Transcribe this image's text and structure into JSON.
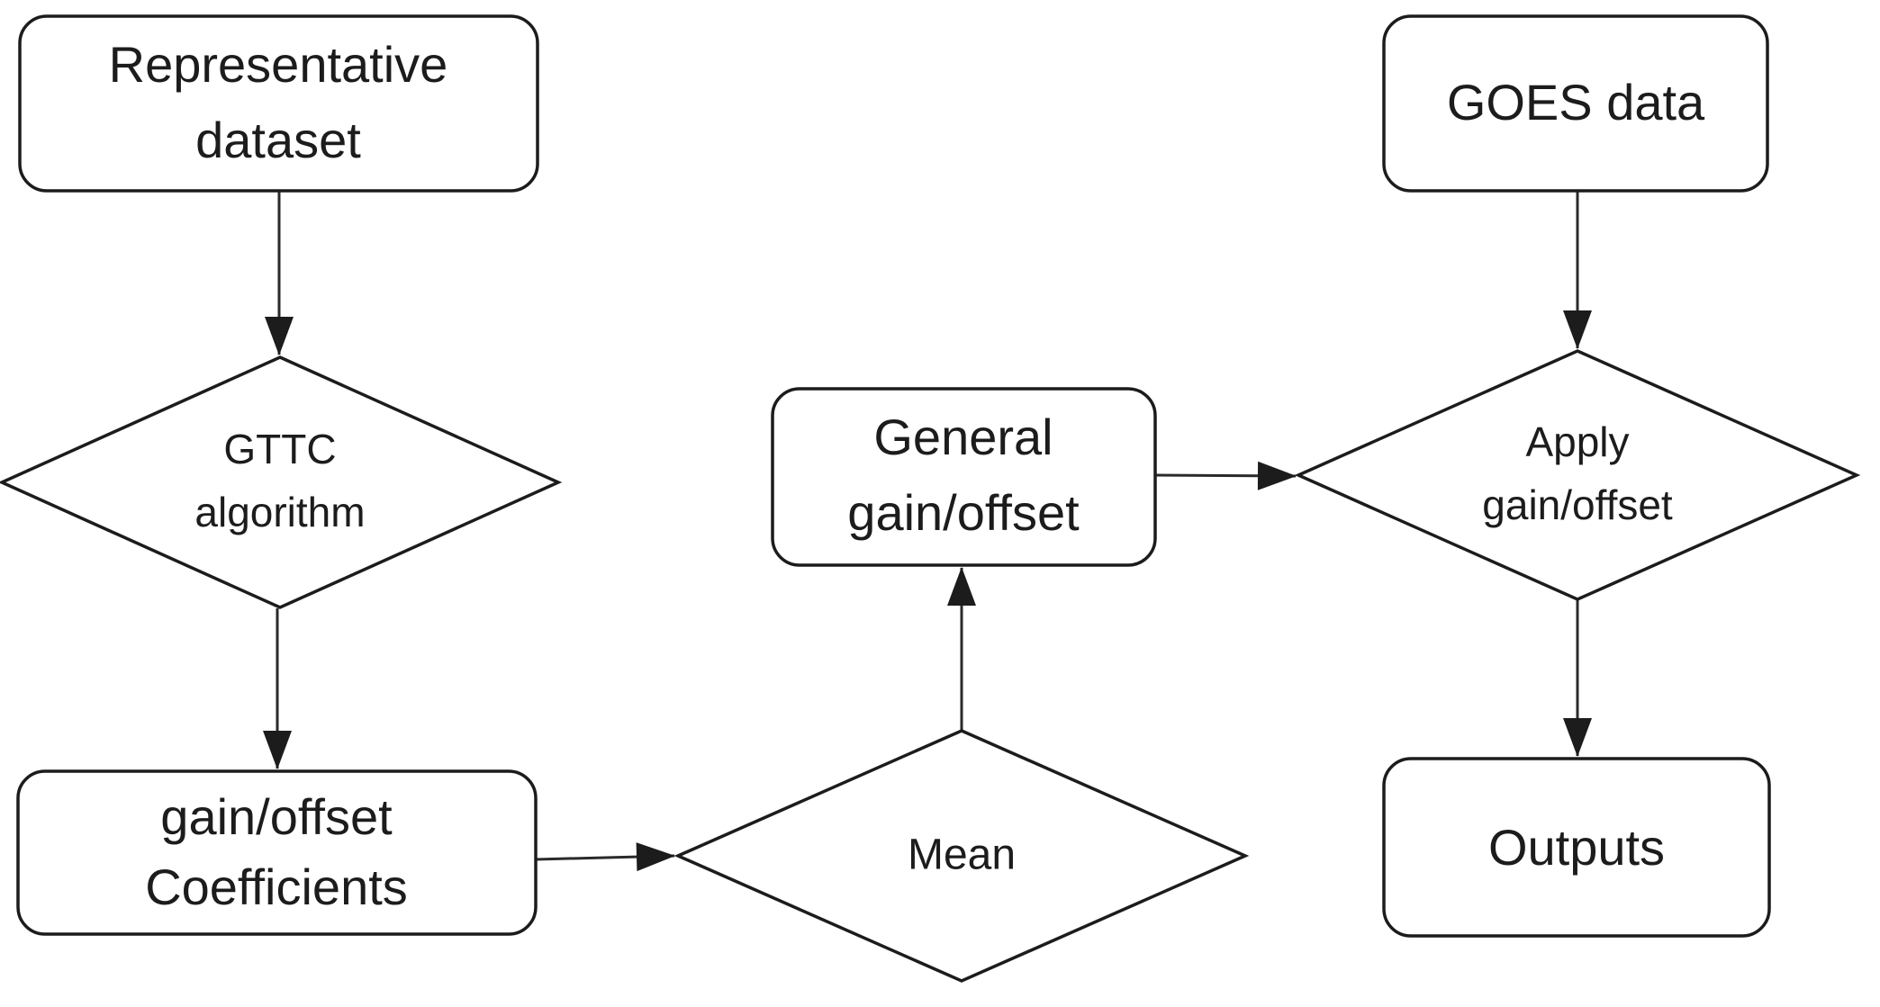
{
  "diagram": {
    "type": "flowchart",
    "background_color": "#ffffff",
    "stroke_color": "#1c1c1c",
    "node_fill_color": "#ffffff",
    "text_color": "#1c1c1c"
  },
  "nodes": {
    "representative_dataset": {
      "shape": "rounded-rect",
      "label": "Representative dataset",
      "line1": "Representative",
      "line2": "dataset"
    },
    "gttc_algorithm": {
      "shape": "diamond",
      "label": "GTTC algorithm",
      "line1": "GTTC",
      "line2": "algorithm"
    },
    "gain_offset_coefficients": {
      "shape": "rounded-rect",
      "label": "gain/offset Coefficients",
      "line1": "gain/offset",
      "line2": "Coefficients"
    },
    "mean": {
      "shape": "diamond",
      "label": "Mean"
    },
    "general_gain_offset": {
      "shape": "rounded-rect",
      "label": "General gain/offset",
      "line1": "General",
      "line2": "gain/offset"
    },
    "goes_data": {
      "shape": "rounded-rect",
      "label": "GOES data"
    },
    "apply_gain_offset": {
      "shape": "diamond",
      "label": "Apply gain/offset",
      "line1": "Apply",
      "line2": "gain/offset"
    },
    "outputs": {
      "shape": "rounded-rect",
      "label": "Outputs"
    }
  },
  "edges": [
    {
      "from": "representative_dataset",
      "to": "gttc_algorithm",
      "direction": "down"
    },
    {
      "from": "gttc_algorithm",
      "to": "gain_offset_coefficients",
      "direction": "down"
    },
    {
      "from": "gain_offset_coefficients",
      "to": "mean",
      "direction": "right"
    },
    {
      "from": "mean",
      "to": "general_gain_offset",
      "direction": "up"
    },
    {
      "from": "general_gain_offset",
      "to": "apply_gain_offset",
      "direction": "right"
    },
    {
      "from": "goes_data",
      "to": "apply_gain_offset",
      "direction": "down"
    },
    {
      "from": "apply_gain_offset",
      "to": "outputs",
      "direction": "down"
    }
  ]
}
